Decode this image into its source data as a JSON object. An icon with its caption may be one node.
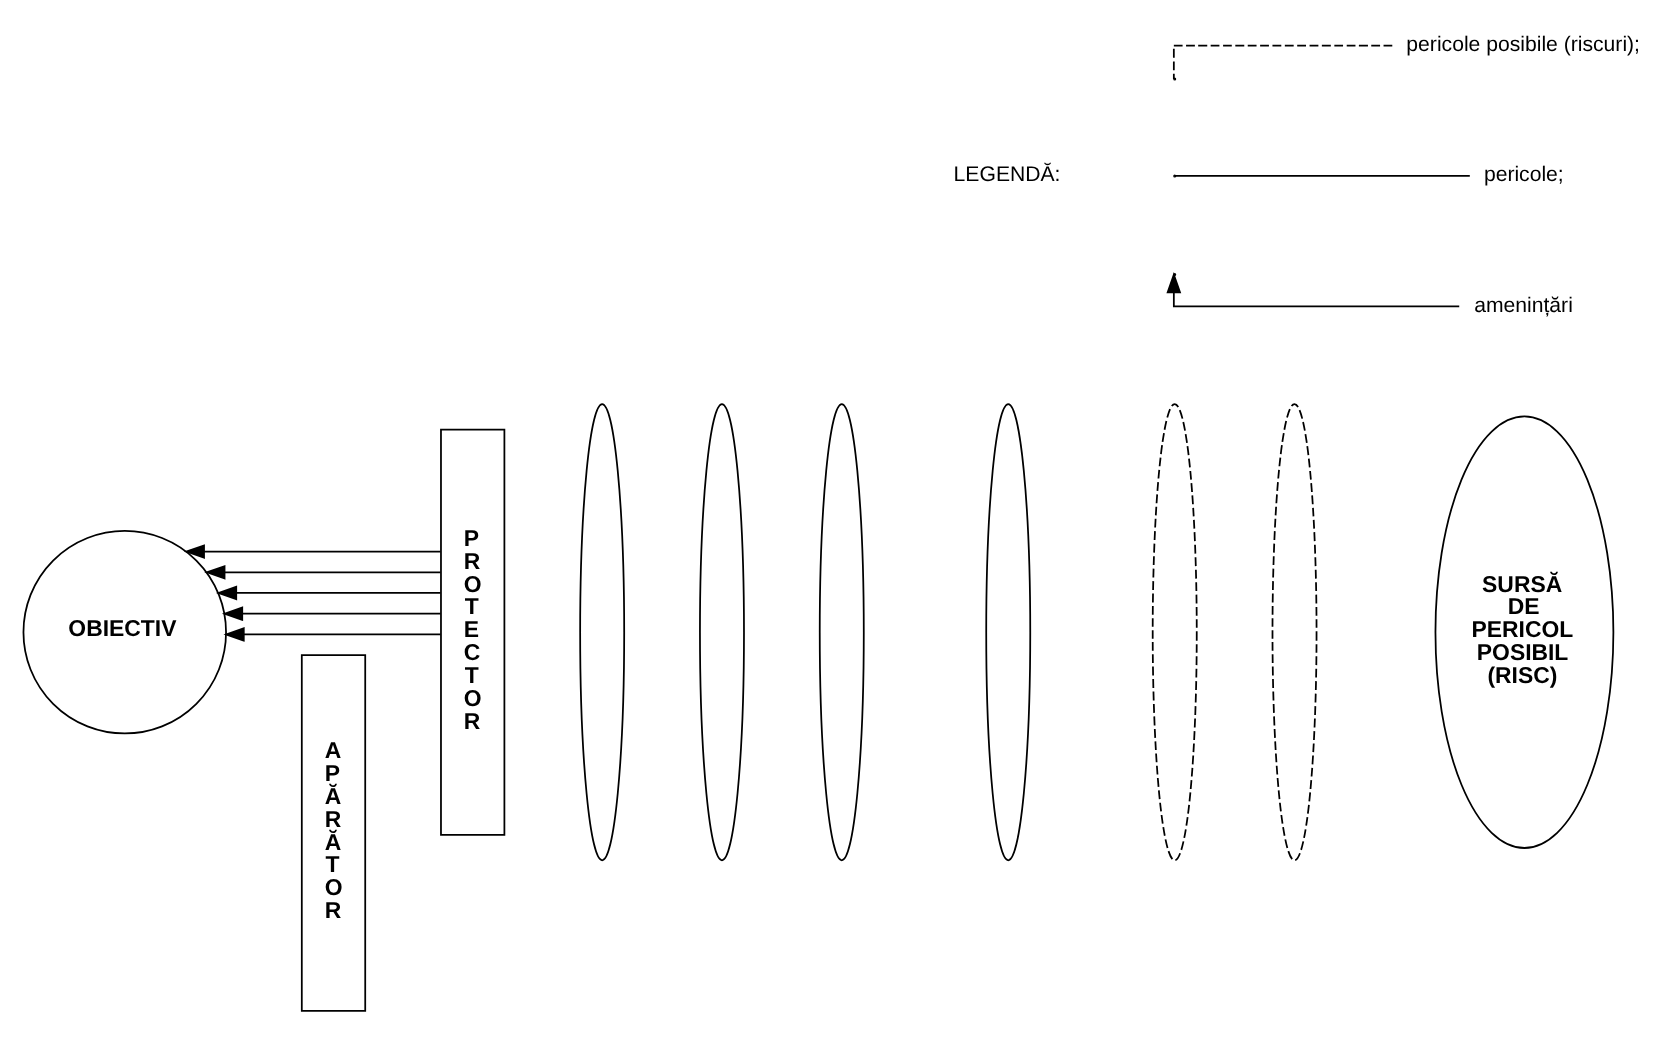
{
  "diagram": {
    "nodes": [
      {
        "text": [
          "OBIECTIV"
        ]
      },
      {
        "text": [
          "APĂRĂTOR"
        ]
      },
      {
        "text": [
          "PROTECTOR"
        ]
      },
      {
        "text": [],
        "shape": "arc"
      },
      {
        "text": [],
        "shape": "arc"
      },
      {
        "text": [],
        "shape": "arc"
      },
      {
        "text": [],
        "shape": "arc"
      },
      {
        "text": [],
        "shape": "dashed-arc"
      },
      {
        "text": [],
        "shape": "dashed-arc"
      },
      {
        "text": [
          "SURSĂ DE PERICOL POSIBIL (RISC)"
        ]
      }
    ],
    "edges": [
      {
        "from": 2,
        "to": 0,
        "arrow": "to"
      },
      {
        "from": 2,
        "to": 0,
        "arrow": "to"
      },
      {
        "from": 2,
        "to": 0,
        "arrow": "to"
      },
      {
        "from": 2,
        "to": 0,
        "arrow": "to"
      },
      {
        "from": 2,
        "to": 0,
        "arrow": "to"
      }
    ],
    "labels": [
      "LEGENDĂ:"
    ],
    "legend": [
      {
        "text": "pericole posibile (riscuri);"
      },
      {
        "text": "pericole;"
      },
      {
        "text": "amenințări"
      }
    ]
  }
}
